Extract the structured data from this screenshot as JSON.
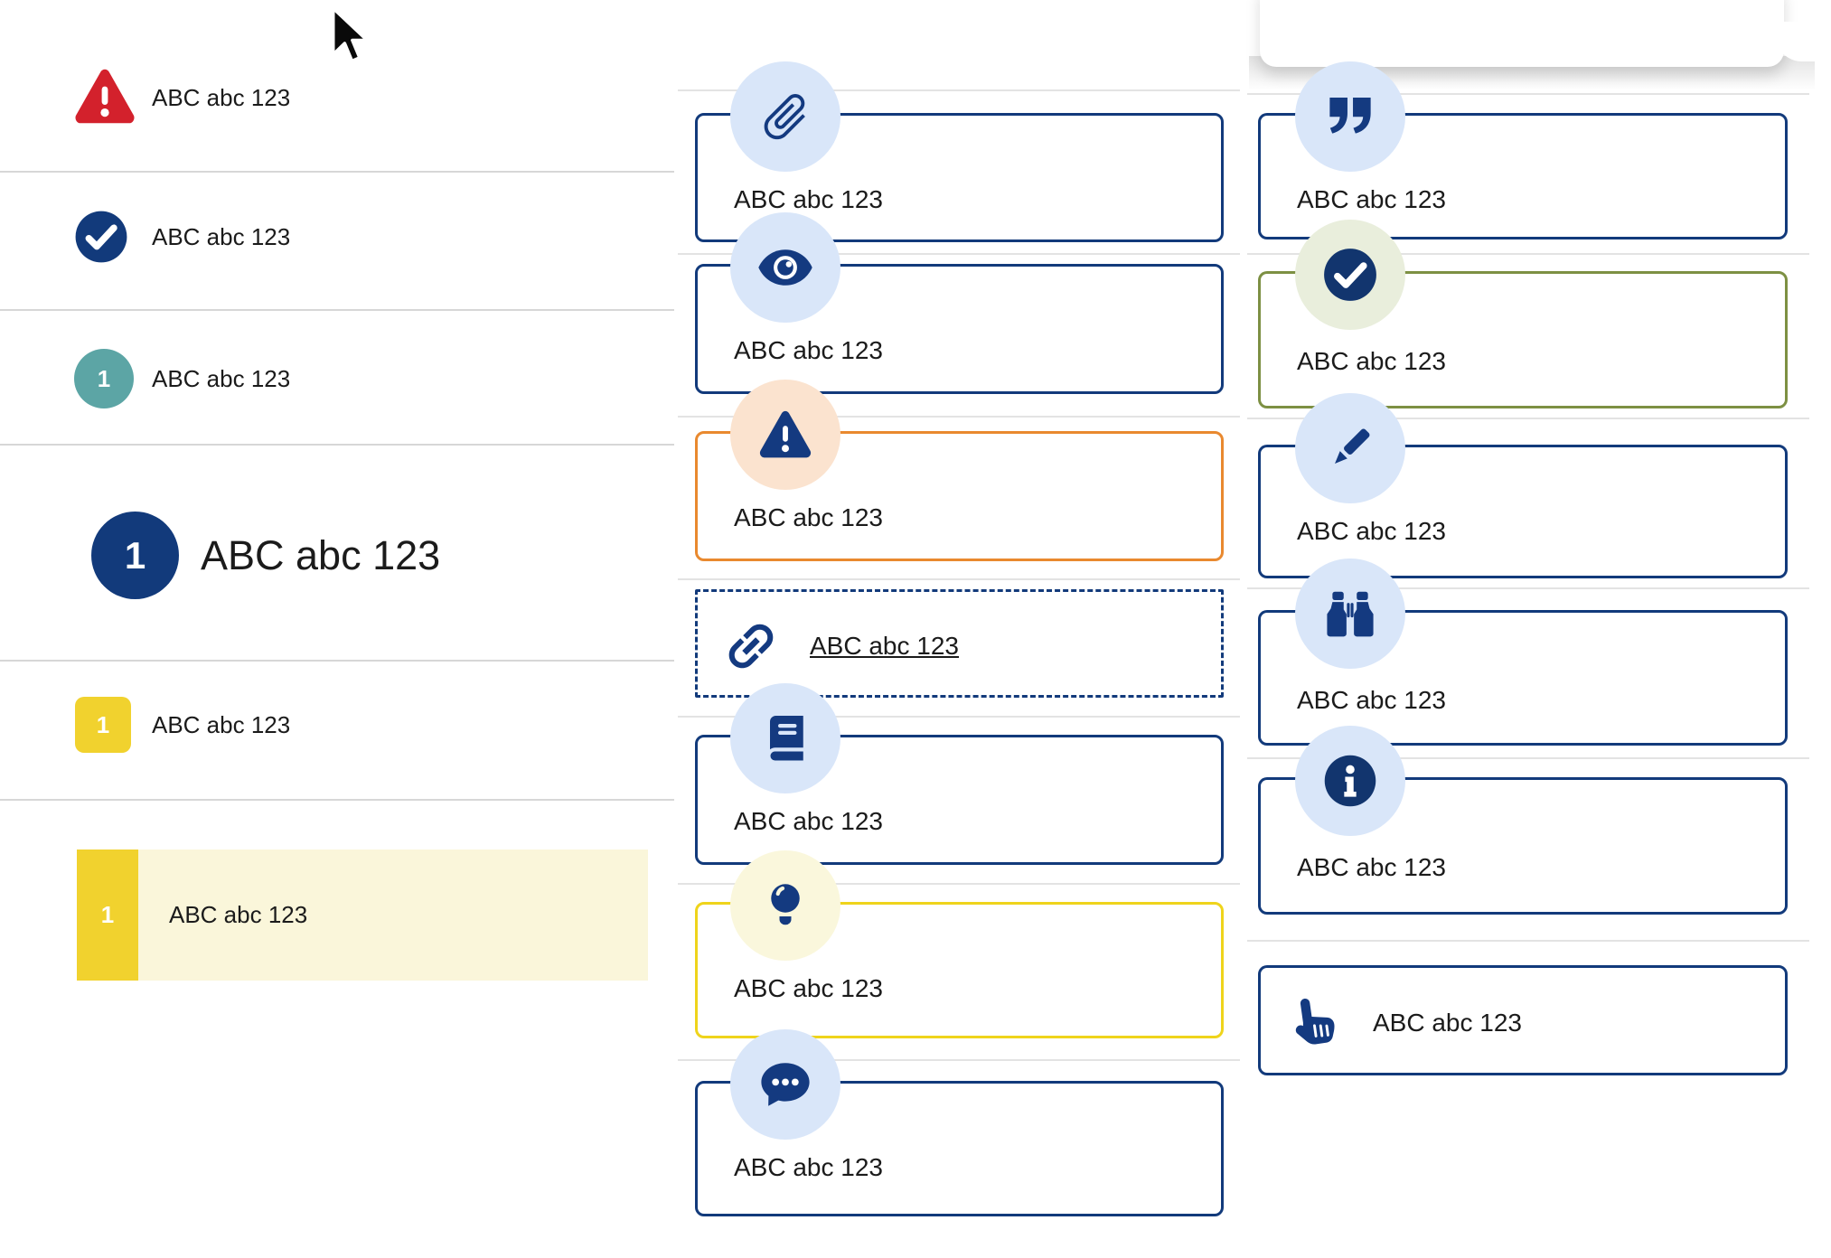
{
  "colors": {
    "navy": "#123a7b",
    "icon_navy": "#143a80",
    "red": "#d3212c",
    "teal": "#5ca5a5",
    "yellow_badge": "#f1d22e",
    "row_highlight": "#faf6da",
    "light_blue_circle": "#d9e6f9",
    "peach_circle": "#fbe3cf",
    "pale_yellow_circle": "#faf7dc",
    "pale_green_circle": "#e9eedc",
    "orange_border": "#e9892f",
    "yellow_border": "#efd41b",
    "olive_border": "#7d9043",
    "text": "#1b1b1b"
  },
  "cursor": {
    "type": "arrow-cursor"
  },
  "left_list": {
    "items": [
      {
        "icon": "warning-triangle-icon",
        "badge": "",
        "label": "ABC abc 123",
        "style": "red-alert-row"
      },
      {
        "icon": "check-circle-icon",
        "badge": "",
        "label": "ABC abc 123",
        "style": "navy-check-row"
      },
      {
        "icon": "",
        "badge": "1",
        "label": "ABC abc 123",
        "style": "teal-step-row"
      },
      {
        "icon": "",
        "badge": "1",
        "label": "ABC abc 123",
        "style": "navy-heading-row"
      },
      {
        "icon": "",
        "badge": "1",
        "label": "ABC abc 123",
        "style": "yellow-step-row"
      },
      {
        "icon": "",
        "badge": "1",
        "label": "ABC abc 123",
        "style": "yellow-step-row-highlighted"
      }
    ]
  },
  "middle_column": {
    "boxes": [
      {
        "icon": "paperclip-icon",
        "label": "ABC abc 123",
        "variant": "navy"
      },
      {
        "icon": "eye-icon",
        "label": "ABC abc 123",
        "variant": "navy"
      },
      {
        "icon": "warning-triangle-icon",
        "label": "ABC abc 123",
        "variant": "orange"
      },
      {
        "icon": "link-icon",
        "label": "ABC abc 123",
        "variant": "dashed-link"
      },
      {
        "icon": "book-icon",
        "label": "ABC abc 123",
        "variant": "navy"
      },
      {
        "icon": "lightbulb-icon",
        "label": "ABC abc 123",
        "variant": "yellow"
      },
      {
        "icon": "comment-dots-icon",
        "label": "ABC abc 123",
        "variant": "navy"
      }
    ]
  },
  "right_column": {
    "boxes": [
      {
        "icon": "quote-right-icon",
        "label": "ABC abc 123",
        "variant": "navy"
      },
      {
        "icon": "check-circle-icon",
        "label": "ABC abc 123",
        "variant": "olive"
      },
      {
        "icon": "pencil-icon",
        "label": "ABC abc 123",
        "variant": "navy"
      },
      {
        "icon": "binoculars-icon",
        "label": "ABC abc 123",
        "variant": "navy"
      },
      {
        "icon": "info-circle-icon",
        "label": "ABC abc 123",
        "variant": "navy"
      },
      {
        "icon": "hand-pointer-icon",
        "label": "ABC abc 123",
        "variant": "navy-inline"
      }
    ]
  }
}
